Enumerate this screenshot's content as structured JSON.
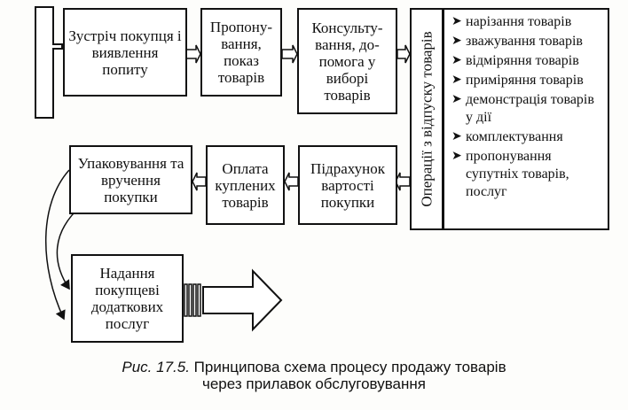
{
  "top_row": [
    "Зустріч покупця і виявлення попиту",
    "Пропону-вання, показ товарів",
    "Консульту-вання, до-помога у виборі товарів"
  ],
  "operations_label": "Операції з відпуску товарів",
  "operations": [
    "нарізання товарів",
    "зважування товарів",
    "відміряння товарів",
    "приміряння товарів",
    "демонстрація товарів у дії",
    "комплектування",
    "пропонування супутніх товарів, послуг"
  ],
  "bottom_row": [
    "Упаковування та вручення покупки",
    "Оплата куплених товарів",
    "Підрахунок вартості покупки"
  ],
  "extra_service": "Надання покупцеві додаткових послуг",
  "caption": {
    "fig_label": "Рис. 17.5.",
    "line1": "Принципова схема процесу продажу товарів",
    "line2": "через прилавок обслуговування"
  }
}
